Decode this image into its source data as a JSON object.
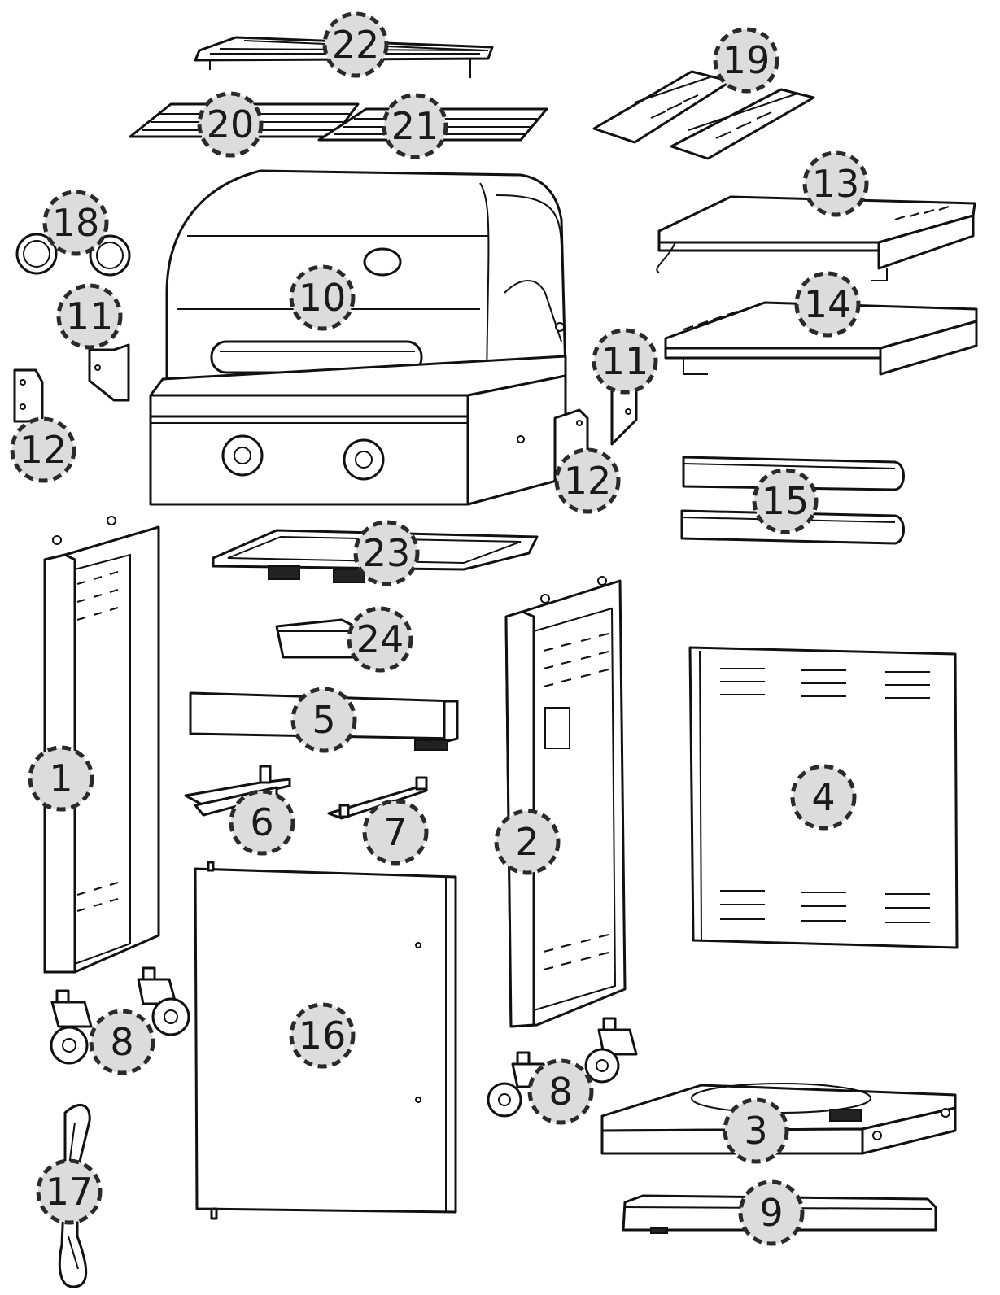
{
  "labels": {
    "p1": "1",
    "p2": "2",
    "p3": "3",
    "p4": "4",
    "p5": "5",
    "p6": "6",
    "p7": "7",
    "p8a": "8",
    "p8b": "8",
    "p9": "9",
    "p10": "10",
    "p11a": "11",
    "p11b": "11",
    "p12a": "12",
    "p12b": "12",
    "p13": "13",
    "p14": "14",
    "p15": "15",
    "p16": "16",
    "p17": "17",
    "p18": "18",
    "p19": "19",
    "p20": "20",
    "p21": "21",
    "p22": "22",
    "p23": "23",
    "p24": "24"
  },
  "colors": {
    "badge_fill": "#dcdcdc",
    "badge_stroke": "#2a2a2a",
    "line": "#111111"
  }
}
